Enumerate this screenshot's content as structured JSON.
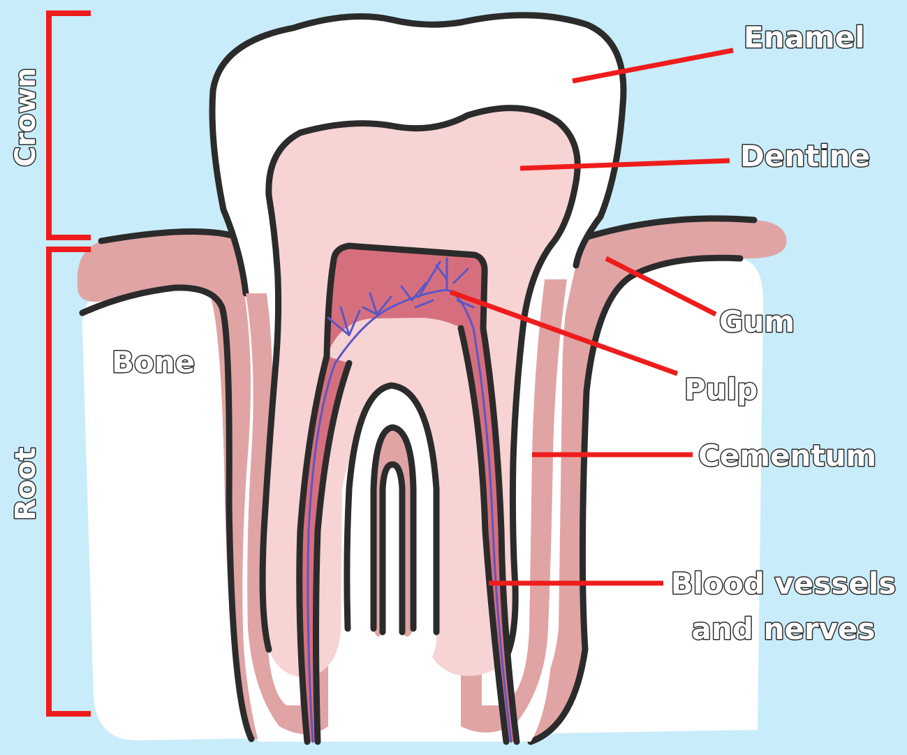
{
  "colors": {
    "background": "#c8ecfa",
    "bone": "#ffffff",
    "gum": "#e0a4a4",
    "enamel": "#ffffff",
    "dentine": "#f7d3d3",
    "pulp": "#d66f7d",
    "cementum": "#e0a4a4",
    "leader_line": "#ee1c1c",
    "vessel": "#5b56c6",
    "outline": "#2b2b2b"
  },
  "brackets": {
    "crown": "Crown",
    "root": "Root"
  },
  "labels": {
    "bone": "Bone",
    "enamel": "Enamel",
    "dentine": "Dentine",
    "gum": "Gum",
    "pulp": "Pulp",
    "cementum": "Cementum",
    "blood_vessels_line1": "Blood vessels",
    "blood_vessels_line2": "and nerves"
  }
}
